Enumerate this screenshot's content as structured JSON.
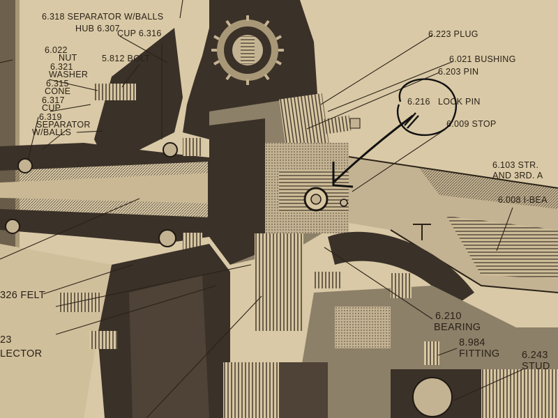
{
  "colors": {
    "paper": "#d9c9a6",
    "ink": "#2a2218",
    "dark_metal": "#3a3128",
    "mid_metal": "#8d8069",
    "light_metal": "#c4b392",
    "marker": "#111111"
  },
  "labels": {
    "separator_balls_top": "6.318 SEPARATOR W/BALLS",
    "hub": "HUB 6.307",
    "cup_6316": "CUP 6.316",
    "nut_code": "6.022",
    "nut_word": "NUT",
    "washer_code": "6.321",
    "washer_word": "WASHER",
    "bolt": "5.812 BOLT",
    "cone_code": "6.315",
    "cone_word": "CONE",
    "cup_code": "6.317",
    "cup_word": "CUP",
    "separator_code": "6.319",
    "separator_word": "SEPARATOR",
    "separator_balls": "W/BALLS",
    "plug": "6.223 PLUG",
    "bushing": "6.021 BUSHING",
    "pin": "6.203 PIN",
    "lock_pin_code": "6.216",
    "lock_pin_word": "LOCK PIN",
    "stop": "6.009 STOP",
    "str_line1": "6.103 STR.",
    "str_line2": "AND 3RD. A",
    "ibeam": "6.008 I-BEA",
    "felt": "326 FELT",
    "bearing_code": "6.210",
    "bearing_word": "BEARING",
    "fitting_code": "8.984",
    "fitting_word": "FITTING",
    "stud_code": "6.243",
    "stud_word": "STUD",
    "left_23": "23",
    "lector": "LECTOR"
  },
  "icons": {
    "gear": "gear-icon",
    "marker_circle": "hand-drawn-circle",
    "marker_arrow": "hand-drawn-arrow"
  }
}
